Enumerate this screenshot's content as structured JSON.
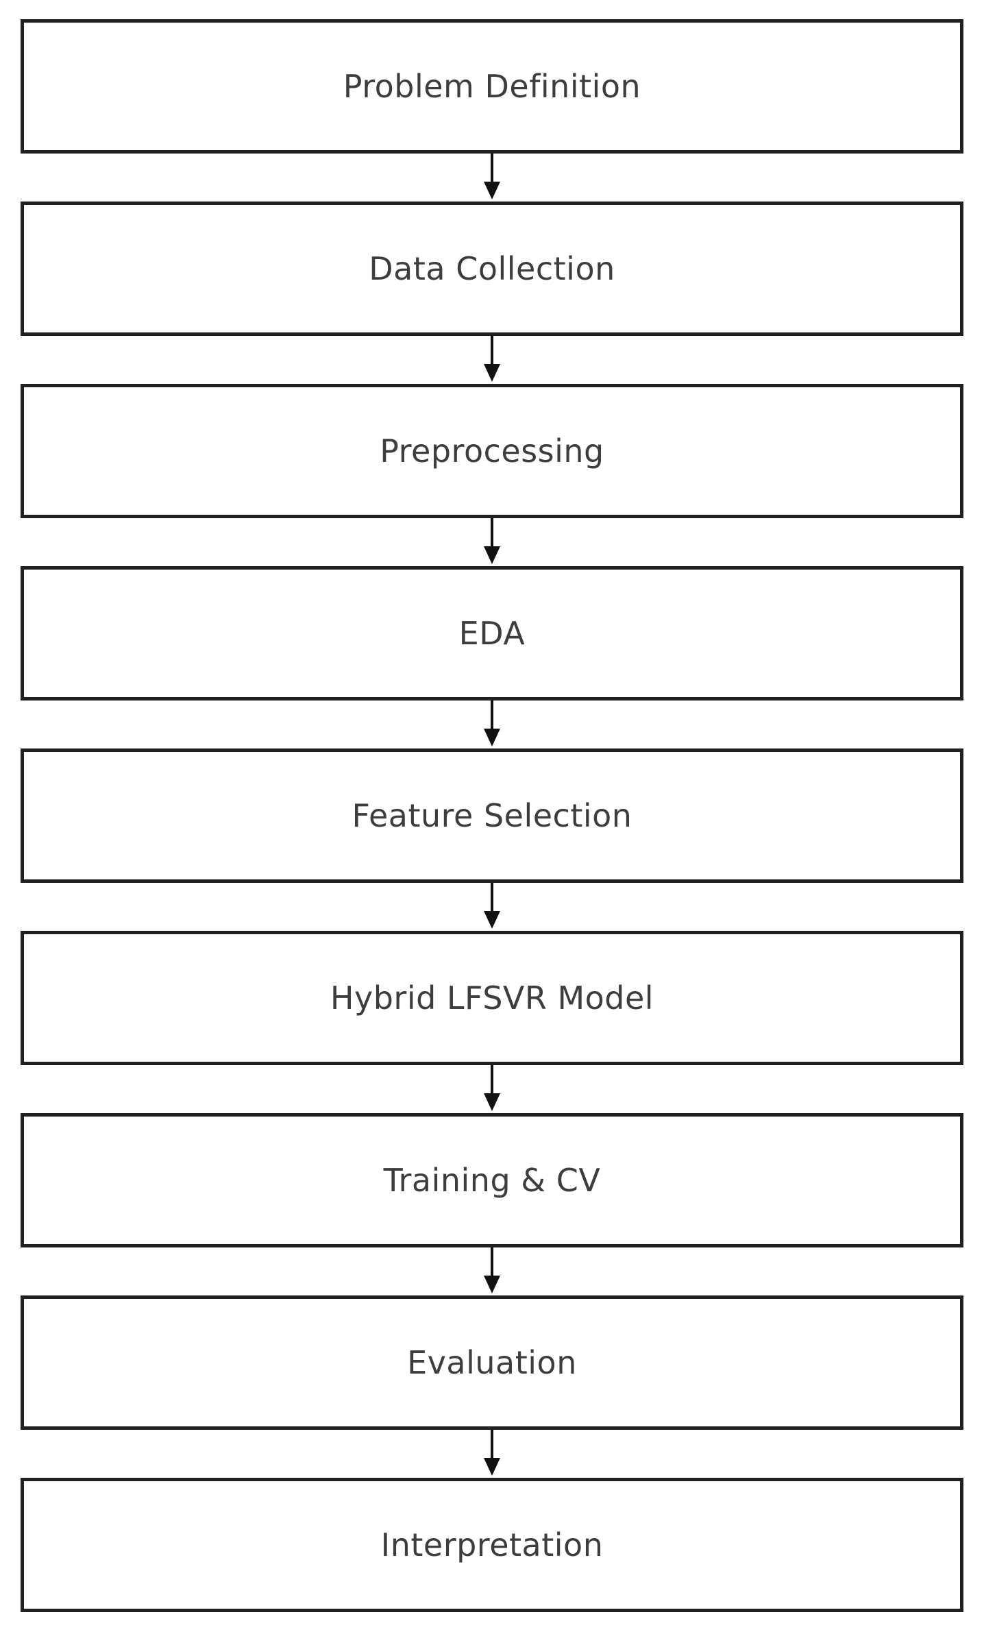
{
  "diagram": {
    "type": "flowchart",
    "direction": "top-to-bottom",
    "steps": [
      {
        "label": "Problem Definition"
      },
      {
        "label": "Data Collection"
      },
      {
        "label": "Preprocessing"
      },
      {
        "label": "EDA"
      },
      {
        "label": "Feature Selection"
      },
      {
        "label": "Hybrid LFSVR Model"
      },
      {
        "label": "Training & CV"
      },
      {
        "label": "Evaluation"
      },
      {
        "label": "Interpretation"
      }
    ],
    "connector_icon": "arrow-down",
    "colors": {
      "background": "#ffffff",
      "box_fill": "#ffffff",
      "box_border": "#202020",
      "text": "#3d3d3d",
      "arrow": "#111111"
    }
  }
}
